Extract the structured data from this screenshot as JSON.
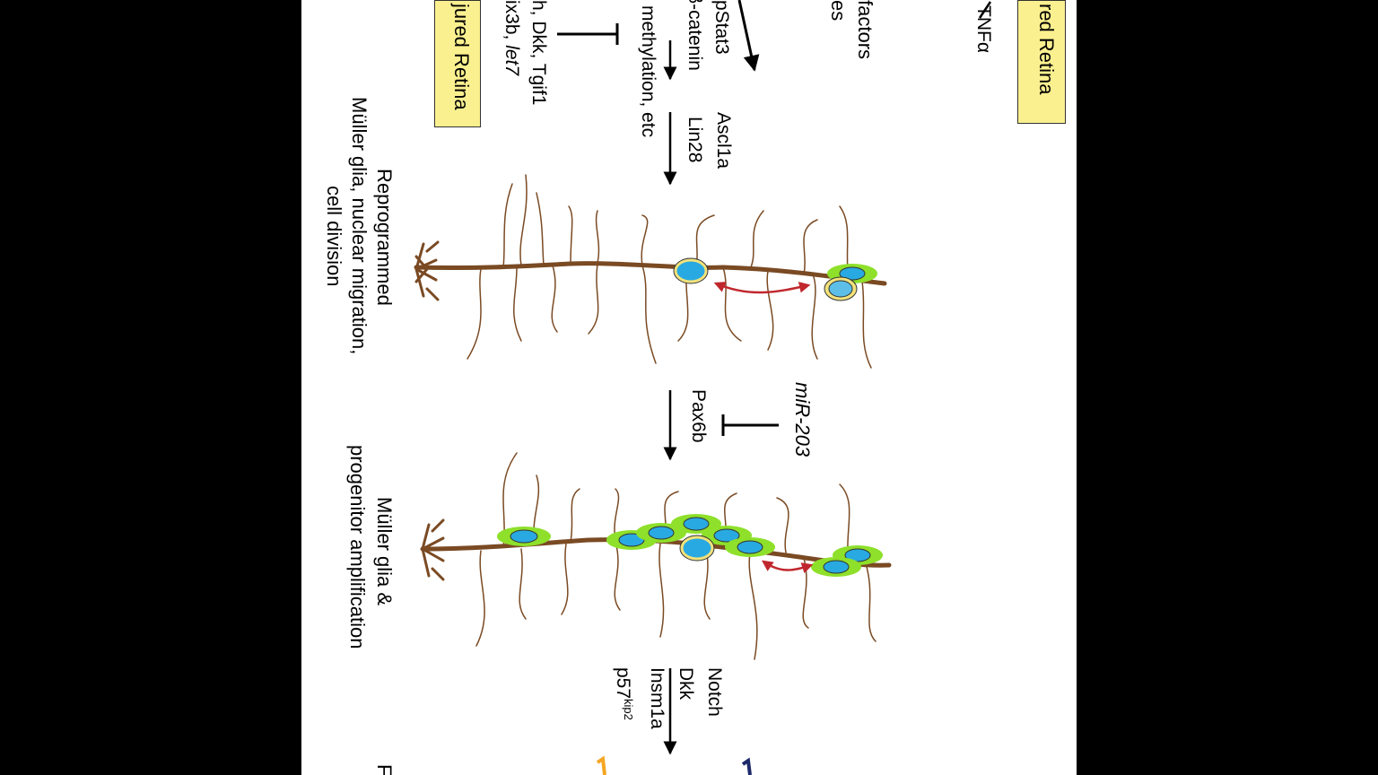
{
  "diagram": {
    "labels": {
      "injured_retina_top": "red Retina",
      "injured_retina_left": "jured Retina",
      "tnf": "TNFα",
      "factors": "factors",
      "es": "es",
      "pstat3": "pStat3",
      "bcatenin": "β-catenin",
      "methylation": "methylation, etc",
      "ascl1a": "Ascl1a",
      "lin28": "Lin28",
      "inhibitors_line1": "h, Dkk, Tgif1",
      "inhibitors_line2_a": "ix3b, ",
      "inhibitors_line2_b": "let7",
      "mir203": "miR-203",
      "pax6b": "Pax6b",
      "reprogrammed_1": "Reprogrammed",
      "reprogrammed_2": "Müller glia, nuclear migration,",
      "reprogrammed_3": "cell division",
      "amplification_1": "Müller glia &",
      "amplification_2": "progenitor amplification",
      "notch": "Notch",
      "dkk": "Dkk",
      "insm1a": "Insm1a",
      "p57_base": "p57",
      "p57_sup": "kip2",
      "bottom_partial": "F"
    },
    "colors": {
      "glia_process": "#7a4a23",
      "nucleus": "#29a9e1",
      "progenitor_ring": "#8ee02a",
      "glia_ring": "#f2e27a",
      "migration_arrow": "#c0272d",
      "label_box": "#fbf08f"
    }
  }
}
